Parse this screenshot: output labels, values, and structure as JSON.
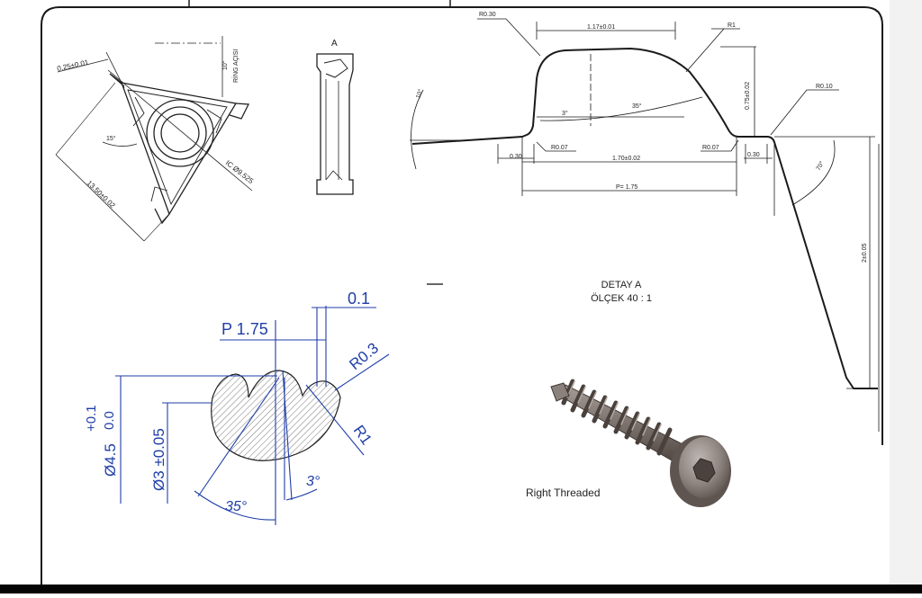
{
  "drawing": {
    "insert_view": {
      "dim_edge_tol": "0.25±0.01",
      "dim_side": "13.50±0.02",
      "dim_ic": "IC Ø9.525",
      "angle_15": "15°",
      "angle_10": "10°",
      "ring_label": "RİNG AÇISI"
    },
    "section_view": {
      "view_label": "A"
    },
    "profile_detail": {
      "r030": "R0.30",
      "dim_top": "1.17±0.01",
      "r1": "R1",
      "r010": "R0.10",
      "height": "0.75±0.02",
      "angle_3": "3°",
      "angle_35": "35°",
      "angle_10": "10°",
      "r007_left": "R0.07",
      "r007_right": "R0.07",
      "dim_030_left": "0.30",
      "dim_170": "1.70±0.02",
      "dim_030_right": "0.30",
      "pitch": "P= 1.75",
      "angle_70": "70°",
      "dim_2": "2±0.05"
    },
    "detail_note": {
      "title": "DETAY A",
      "scale": "ÖLÇEK 40 : 1"
    },
    "thread_section": {
      "dim_01": "0.1",
      "pitch": "P 1.75",
      "r03": "R0.3",
      "r1": "R1",
      "outer_dia": "Ø4.5",
      "tol_plus": "+0.1",
      "tol_zero": "0.0",
      "core_dia": "Ø3 ±0.05",
      "angle_35": "35°",
      "angle_3": "3°"
    },
    "screw": {
      "caption": "Right Threaded"
    }
  },
  "colors": {
    "line": "#1a1a1a",
    "dimension_blue": "#1f3ea8",
    "hatch": "#777777",
    "screw_body": "#7a6f6a"
  }
}
